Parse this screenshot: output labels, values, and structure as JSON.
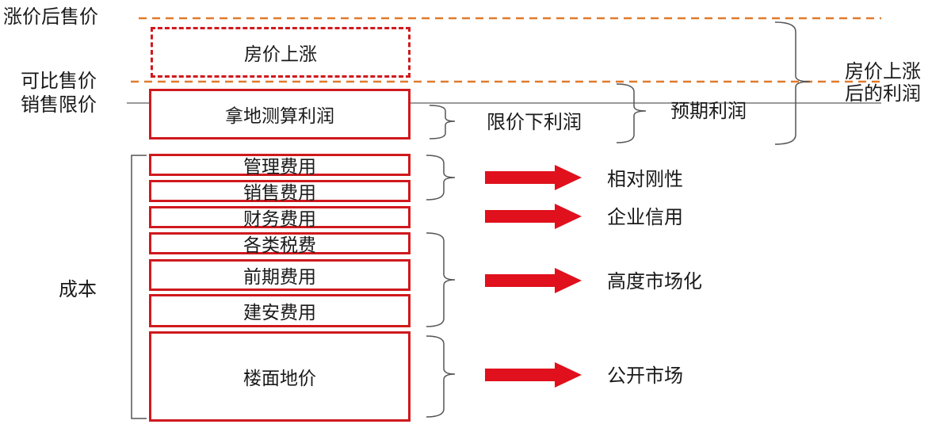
{
  "price_levels": {
    "raised_price": "涨价后售价",
    "comparable_price": "可比售价",
    "limit_price": "销售限价"
  },
  "upper_boxes": {
    "price_rise": "房价上涨",
    "land_profit": "拿地测算利润"
  },
  "cost_boxes": [
    "管理费用",
    "销售费用",
    "财务费用",
    "各类税费",
    "前期费用",
    "建安费用",
    "楼面地价"
  ],
  "cost_label": "成本",
  "profit_labels": {
    "limited_profit": "限价下利润",
    "expected_profit": "预期利润",
    "raised_profit_line1": "房价上涨",
    "raised_profit_line2": "后的利润"
  },
  "categories": [
    "相对刚性",
    "企业信用",
    "高度市场化",
    "公开市场"
  ],
  "colors": {
    "box_border": "#d0191d",
    "arrow": "#e0101c",
    "dashed_line": "#e07a2c",
    "gray_line": "#9a9a9a",
    "bracket": "#555555"
  }
}
